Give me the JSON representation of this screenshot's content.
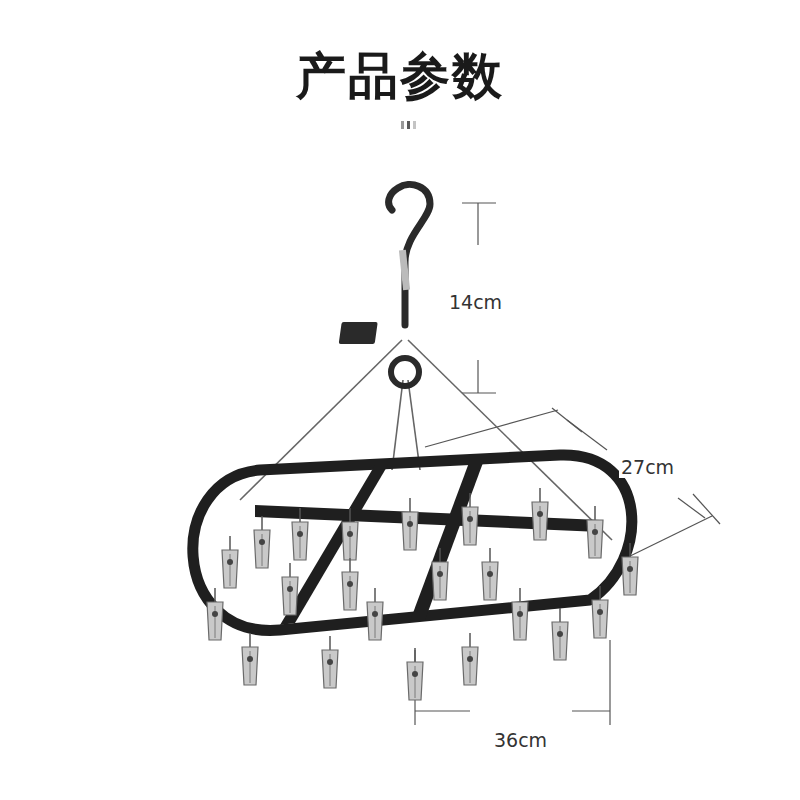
{
  "diagram": {
    "title": "产品参数",
    "labels": [
      "14cm",
      "27cm",
      "36cm"
    ]
  }
}
